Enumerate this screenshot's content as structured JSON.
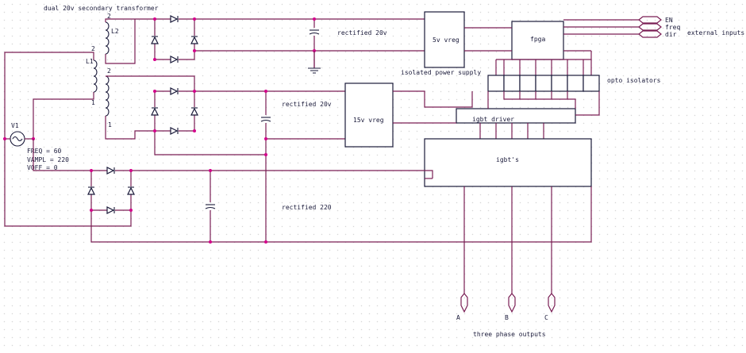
{
  "labels": {
    "transformer": "dual 20v secondary transformer",
    "l2": "L2",
    "l1": "L1",
    "v1": "V1",
    "freq": "FREQ = 60",
    "vampl": "VAMPL = 220",
    "voff": "VOFF = 0",
    "rect_top": "rectified 20v",
    "rect_mid": "rectified 20v",
    "rect_220": "rectified 220",
    "iso_ps": "isolated power supply",
    "vreg5": "5v vreg",
    "vreg15": "15v vreg",
    "fpga": "fpga",
    "opto": "opto isolators",
    "igbt_driver": "igbt driver",
    "igbts": "igbt's",
    "ext_inputs": "external inputs",
    "in_en": "EN",
    "in_freq": "freq",
    "in_dir": "dir",
    "out_a": "A",
    "out_b": "B",
    "out_c": "C",
    "three_phase": "three phase outputs",
    "pin1": "1",
    "pin2": "2"
  },
  "colors": {
    "wire": "#7a1f55",
    "component": "#1a1a3a",
    "junction": "#d4008a",
    "grid": "#b8b8b8"
  }
}
